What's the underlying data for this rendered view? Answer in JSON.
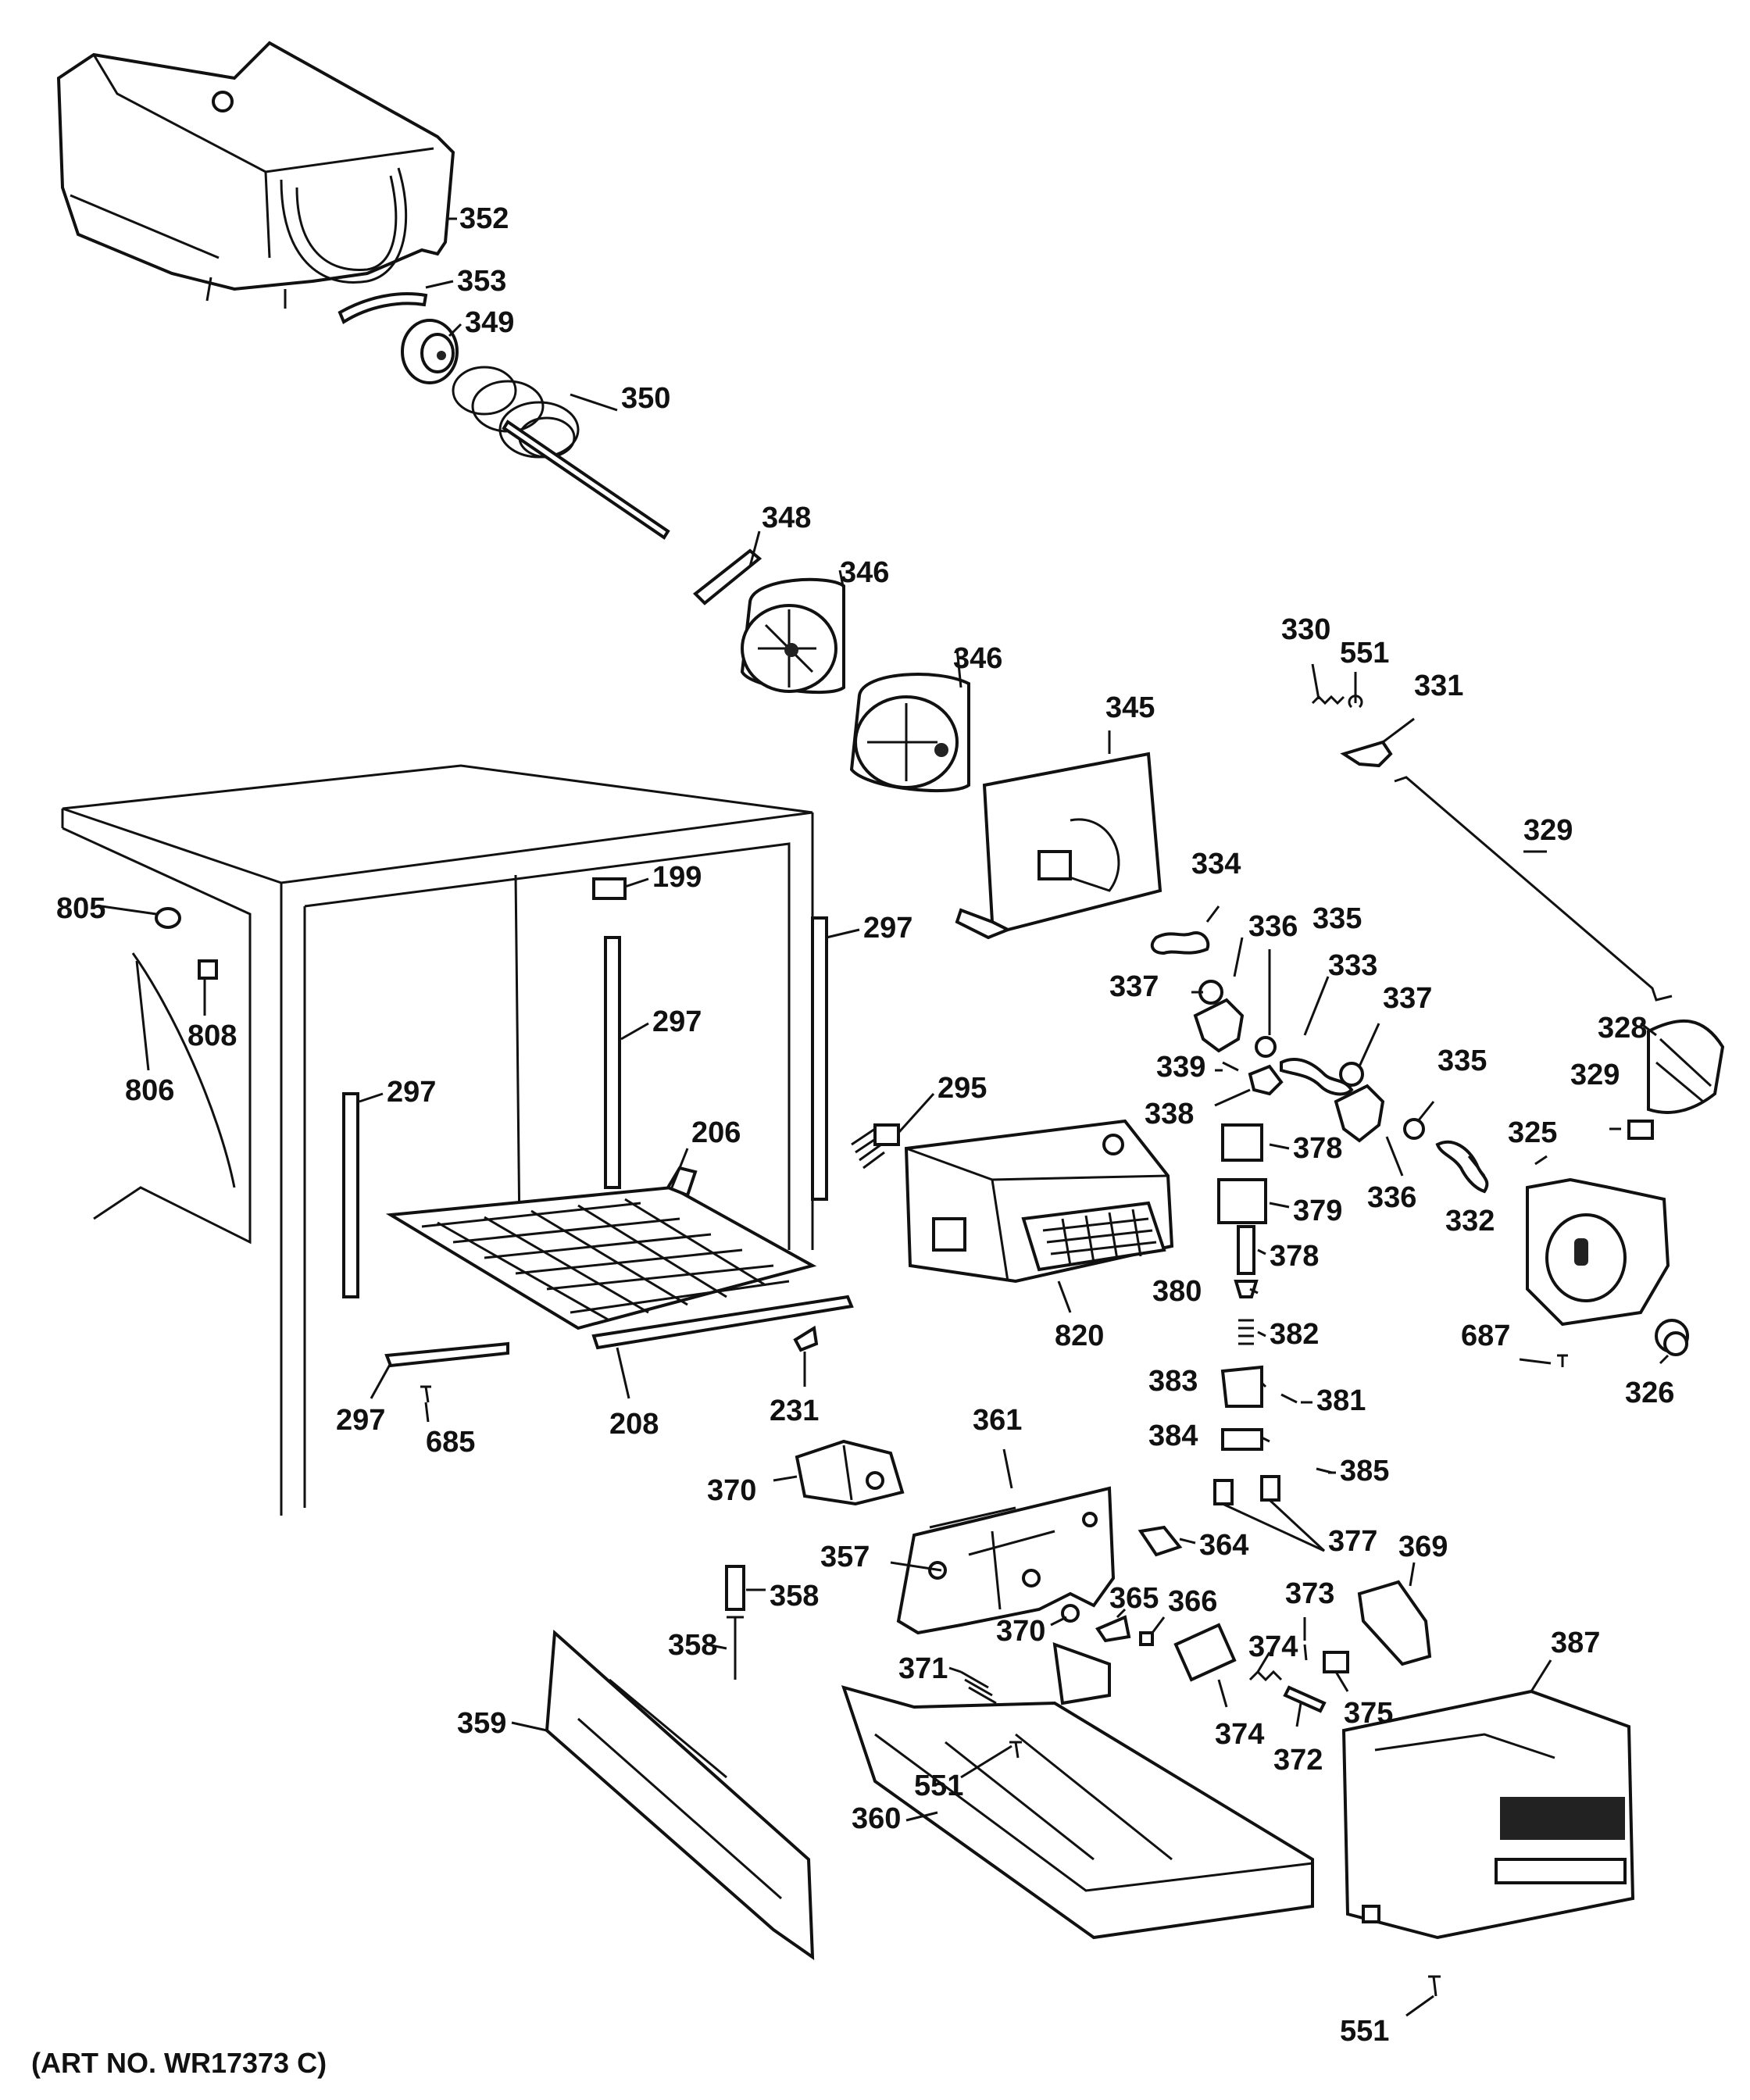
{
  "caption": "(ART NO. WR17373 C)",
  "labels": [
    {
      "id": "352",
      "text": "352"
    },
    {
      "id": "353",
      "text": "353"
    },
    {
      "id": "349",
      "text": "349"
    },
    {
      "id": "350",
      "text": "350"
    },
    {
      "id": "348",
      "text": "348"
    },
    {
      "id": "346a",
      "text": "346"
    },
    {
      "id": "346b",
      "text": "346"
    },
    {
      "id": "345",
      "text": "345"
    },
    {
      "id": "330",
      "text": "330"
    },
    {
      "id": "551a",
      "text": "551"
    },
    {
      "id": "331",
      "text": "331"
    },
    {
      "id": "329a",
      "text": "329"
    },
    {
      "id": "334",
      "text": "334"
    },
    {
      "id": "336a",
      "text": "336"
    },
    {
      "id": "335a",
      "text": "335"
    },
    {
      "id": "333",
      "text": "333"
    },
    {
      "id": "337a",
      "text": "337"
    },
    {
      "id": "337b",
      "text": "337"
    },
    {
      "id": "328",
      "text": "328"
    },
    {
      "id": "339",
      "text": "339"
    },
    {
      "id": "338",
      "text": "338"
    },
    {
      "id": "335b",
      "text": "335"
    },
    {
      "id": "329b",
      "text": "329"
    },
    {
      "id": "378a",
      "text": "378"
    },
    {
      "id": "336b",
      "text": "336"
    },
    {
      "id": "332",
      "text": "332"
    },
    {
      "id": "325",
      "text": "325"
    },
    {
      "id": "379",
      "text": "379"
    },
    {
      "id": "378b",
      "text": "378"
    },
    {
      "id": "380",
      "text": "380"
    },
    {
      "id": "382",
      "text": "382"
    },
    {
      "id": "687",
      "text": "687"
    },
    {
      "id": "326",
      "text": "326"
    },
    {
      "id": "383",
      "text": "383"
    },
    {
      "id": "381",
      "text": "381"
    },
    {
      "id": "384",
      "text": "384"
    },
    {
      "id": "385",
      "text": "385"
    },
    {
      "id": "377",
      "text": "377"
    },
    {
      "id": "369",
      "text": "369"
    },
    {
      "id": "364",
      "text": "364"
    },
    {
      "id": "361",
      "text": "361"
    },
    {
      "id": "370a",
      "text": "370"
    },
    {
      "id": "357",
      "text": "357"
    },
    {
      "id": "358a",
      "text": "358"
    },
    {
      "id": "358b",
      "text": "358"
    },
    {
      "id": "370b",
      "text": "370"
    },
    {
      "id": "365",
      "text": "365"
    },
    {
      "id": "366",
      "text": "366"
    },
    {
      "id": "373",
      "text": "373"
    },
    {
      "id": "374a",
      "text": "374"
    },
    {
      "id": "374b",
      "text": "374"
    },
    {
      "id": "375",
      "text": "375"
    },
    {
      "id": "372",
      "text": "372"
    },
    {
      "id": "387",
      "text": "387"
    },
    {
      "id": "371",
      "text": "371"
    },
    {
      "id": "551b",
      "text": "551"
    },
    {
      "id": "359",
      "text": "359"
    },
    {
      "id": "360",
      "text": "360"
    },
    {
      "id": "551c",
      "text": "551"
    },
    {
      "id": "805",
      "text": "805"
    },
    {
      "id": "808",
      "text": "808"
    },
    {
      "id": "806",
      "text": "806"
    },
    {
      "id": "199",
      "text": "199"
    },
    {
      "id": "297a",
      "text": "297"
    },
    {
      "id": "297b",
      "text": "297"
    },
    {
      "id": "297c",
      "text": "297"
    },
    {
      "id": "297d",
      "text": "297"
    },
    {
      "id": "295",
      "text": "295"
    },
    {
      "id": "206",
      "text": "206"
    },
    {
      "id": "820",
      "text": "820"
    },
    {
      "id": "685",
      "text": "685"
    },
    {
      "id": "208",
      "text": "208"
    },
    {
      "id": "231",
      "text": "231"
    }
  ]
}
